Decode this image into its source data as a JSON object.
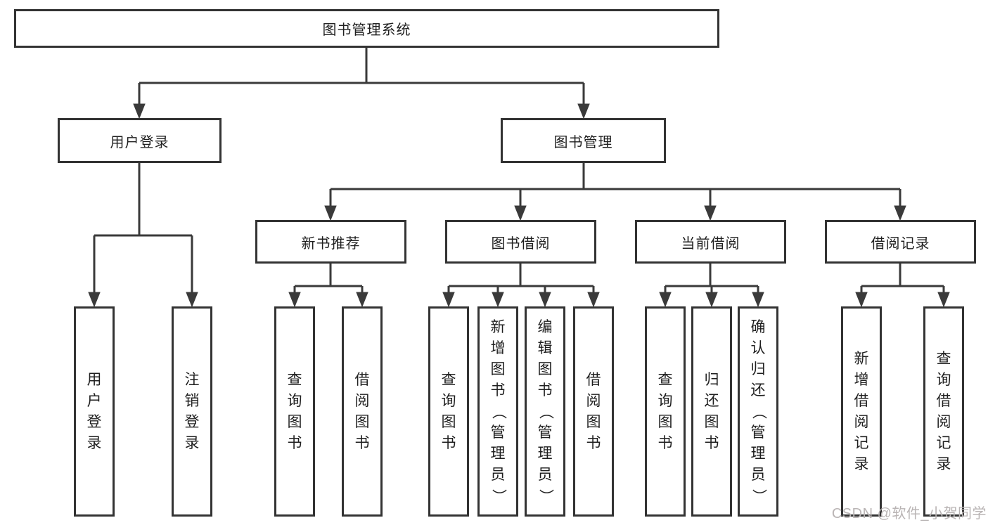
{
  "watermark": "CSDN @软件_小贺同学",
  "colors": {
    "line": "#3a3a3a",
    "box_border": "#333333",
    "text": "#1f1f1f",
    "watermark": "#b9b4b4"
  },
  "tree": {
    "root": {
      "label": "图书管理系统"
    },
    "branches": [
      {
        "label": "用户登录",
        "children": [
          "用户登录",
          "注销登录"
        ]
      },
      {
        "label": "图书管理",
        "sections": [
          {
            "label": "新书推荐",
            "children": [
              "查询图书",
              "借阅图书"
            ]
          },
          {
            "label": "图书借阅",
            "children": [
              "查询图书",
              "新增图书（管理员）",
              "编辑图书（管理员）",
              "借阅图书"
            ]
          },
          {
            "label": "当前借阅",
            "children": [
              "查询图书",
              "归还图书",
              "确认归还（管理员）"
            ]
          },
          {
            "label": "借阅记录",
            "children": [
              "新增借阅记录",
              "查询借阅记录"
            ]
          }
        ]
      }
    ]
  }
}
